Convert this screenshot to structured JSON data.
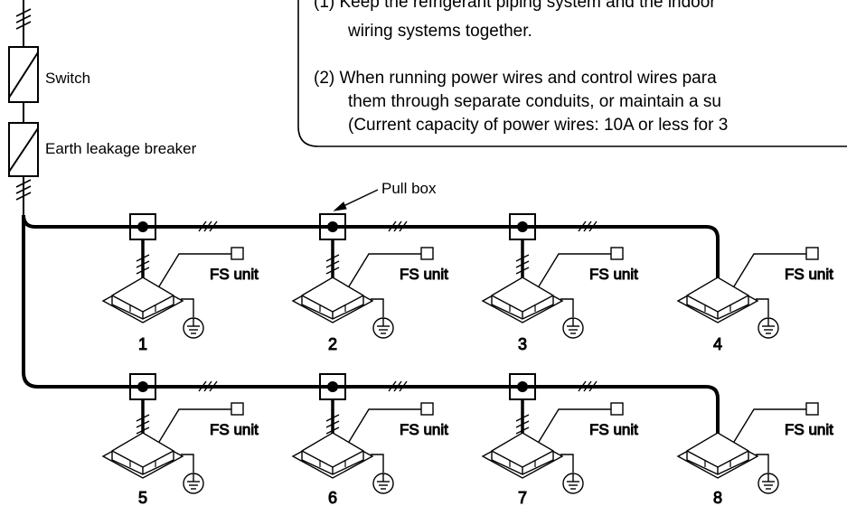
{
  "notes": [
    "(1) Keep the refrigerant piping system and the indoor",
    "wiring systems together.",
    "(2) When running power wires and control wires para",
    "them through separate conduits, or maintain a su",
    "(Current capacity of power wires: 10A or less for 3"
  ],
  "labels": {
    "switch": "Switch",
    "breaker": "Earth leakage breaker",
    "pull_box": "Pull box"
  },
  "units": [
    {
      "number": "1",
      "fs_label": "FS unit"
    },
    {
      "number": "2",
      "fs_label": "FS unit"
    },
    {
      "number": "3",
      "fs_label": "FS unit"
    },
    {
      "number": "4",
      "fs_label": "FS unit"
    },
    {
      "number": "5",
      "fs_label": "FS unit"
    },
    {
      "number": "6",
      "fs_label": "FS unit"
    },
    {
      "number": "7",
      "fs_label": "FS unit"
    },
    {
      "number": "8",
      "fs_label": "FS unit"
    }
  ],
  "colors": {
    "line": "#000000",
    "background": "#ffffff"
  }
}
